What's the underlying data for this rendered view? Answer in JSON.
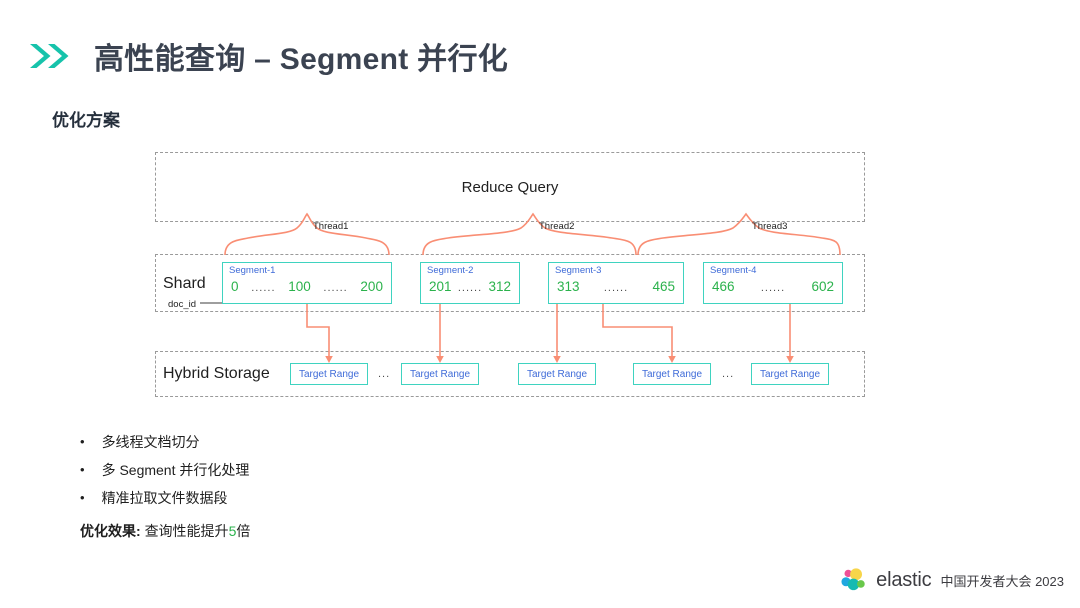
{
  "header": {
    "chevron_icon": "double-chevron-right-icon",
    "title": "高性能查询 – Segment 并行化",
    "accent_color": "#16c3ab"
  },
  "section": {
    "heading": "优化方案"
  },
  "diagram": {
    "reduce_row": {
      "label": "Reduce Query"
    },
    "threads": [
      {
        "label": "Thread1"
      },
      {
        "label": "Thread2"
      },
      {
        "label": "Thread3"
      }
    ],
    "shard_row": {
      "label": "Shard",
      "docid_label": "doc_id",
      "segments": [
        {
          "title": "Segment-1",
          "start": "0",
          "mid": "100",
          "end": "200",
          "dots": "......"
        },
        {
          "title": "Segment-2",
          "start": "201",
          "mid": "",
          "end": "312",
          "dots": "......"
        },
        {
          "title": "Segment-3",
          "start": "313",
          "mid": "",
          "end": "465",
          "dots": "......"
        },
        {
          "title": "Segment-4",
          "start": "466",
          "mid": "",
          "end": "602",
          "dots": "......"
        }
      ]
    },
    "storage_row": {
      "label": "Hybrid Storage",
      "ellipsis": "...",
      "targets": [
        {
          "label": "Target Range"
        },
        {
          "label": "Target Range"
        },
        {
          "label": "Target Range"
        },
        {
          "label": "Target Range"
        },
        {
          "label": "Target Range"
        }
      ]
    },
    "colors": {
      "box_border": "#3fd3c0",
      "connector": "#f98e74",
      "segment_title": "#3f6bd8",
      "segment_number": "#2bb24c",
      "dashed_border": "#9a9a9a"
    }
  },
  "bullets": [
    {
      "marker": "•",
      "text": "多线程文档切分"
    },
    {
      "marker": "•",
      "text": "多 Segment 并行化处理"
    },
    {
      "marker": "•",
      "text": "精准拉取文件数据段"
    }
  ],
  "result": {
    "label": "优化效果:",
    "text_before": "查询性能提升",
    "highlight": "5",
    "text_after": "倍",
    "highlight_color": "#2bb24c"
  },
  "footer": {
    "logo_name": "elastic-logo-icon",
    "brand": "elastic",
    "event": "中国开发者大会 2023"
  }
}
